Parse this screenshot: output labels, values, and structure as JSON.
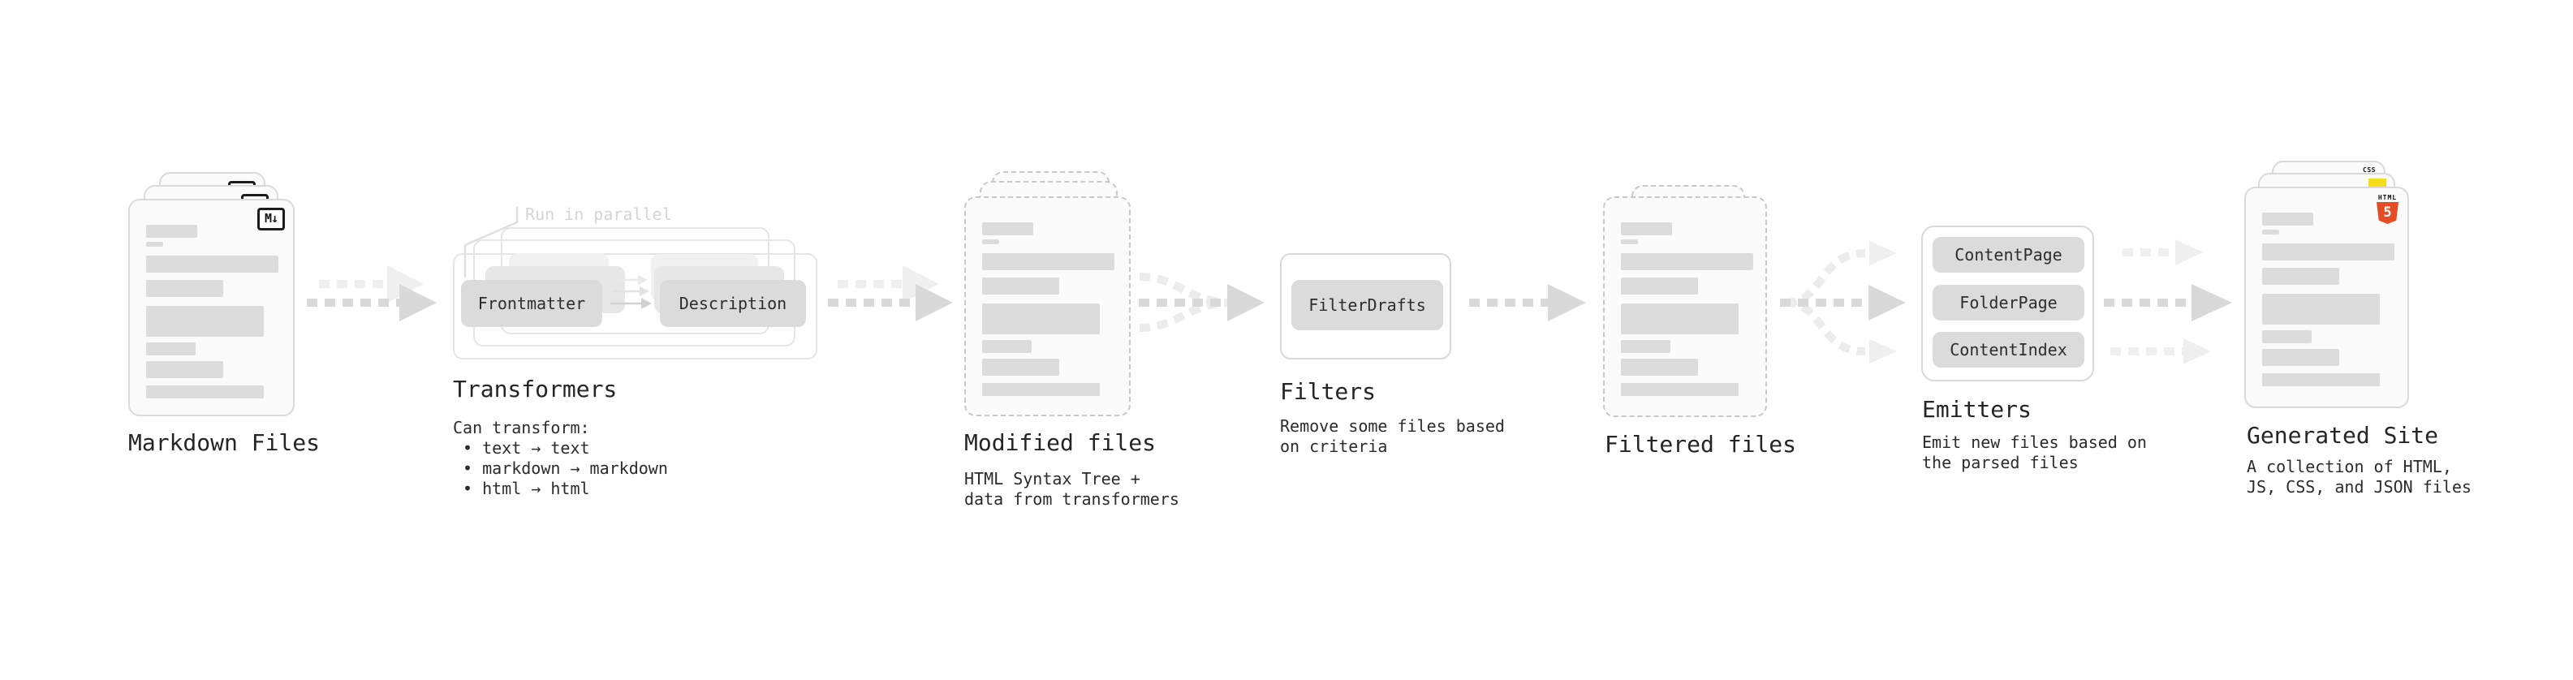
{
  "stages": {
    "markdown": {
      "label": "Markdown Files",
      "badge": "M↓"
    },
    "transformers": {
      "label": "Transformers",
      "note": "Run in parallel",
      "chip_frontmatter": "Frontmatter",
      "chip_description": "Description",
      "desc_title": "Can transform:",
      "bullets": [
        "• text → text",
        "• markdown → markdown",
        "• html → html"
      ]
    },
    "modified": {
      "label": "Modified files",
      "desc_line1": "HTML Syntax Tree +",
      "desc_line2": "data from transformers"
    },
    "filters": {
      "label": "Filters",
      "chip": "FilterDrafts",
      "desc_line1": "Remove some files based",
      "desc_line2": "on criteria"
    },
    "filtered": {
      "label": "Filtered files"
    },
    "emitters": {
      "label": "Emitters",
      "chips": [
        "ContentPage",
        "FolderPage",
        "ContentIndex"
      ],
      "desc_line1": "Emit new files based on",
      "desc_line2": "the parsed files"
    },
    "generated": {
      "label": "Generated Site",
      "badge_html_text": "HTML",
      "badge_html_number": "5",
      "badge_css_text": "CSS",
      "desc_line1": "A collection of HTML,",
      "desc_line2": "JS, CSS, and JSON files"
    }
  },
  "colors": {
    "html5_orange": "#e44d26",
    "js_yellow": "#f5de19",
    "css_blue": "#2962f1",
    "arrow_dark": "#d9d9d9",
    "arrow_light": "#efefef",
    "text": "#2b2b2b"
  }
}
